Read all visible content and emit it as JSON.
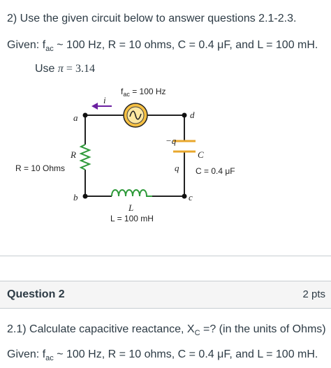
{
  "question1": {
    "title": "2) Use the given circuit below to answer questions 2.1-2.3.",
    "given_prefix": "Given: f",
    "given_sub": "ac",
    "given_rest": " ~ 100 Hz, R = 10 ohms, C = 0.4 μF, and L = 100 mH.",
    "pi_prefix": "Use ",
    "pi_symbol": "π",
    "pi_eq": " = ",
    "pi_value": "3.14"
  },
  "circuit": {
    "source_label_f": "f",
    "source_label_sub": "ac",
    "source_label_val": " = 100 Hz",
    "current_label": "i",
    "node_a": "a",
    "node_b": "b",
    "node_c": "c",
    "node_d": "d",
    "resistor_symbol": "R",
    "resistor_value": "R = 10 Ohms",
    "capacitor_symbol": "C",
    "capacitor_value": "C = 0.4 μF",
    "charge_neg": "−q",
    "charge_pos": "q",
    "inductor_symbol": "L",
    "inductor_value": "L = 100 mH"
  },
  "question2": {
    "header": "Question 2",
    "points": "2 pts",
    "text_prefix": "2.1) Calculate capacitive reactance, X",
    "text_sub": "C",
    "text_rest": " =? (in the units of Ohms)",
    "given_prefix": "Given: f",
    "given_sub": "ac",
    "given_rest": " ~ 100 Hz, R = 10 ohms, C = 0.4 μF, and L = 100 mH."
  }
}
